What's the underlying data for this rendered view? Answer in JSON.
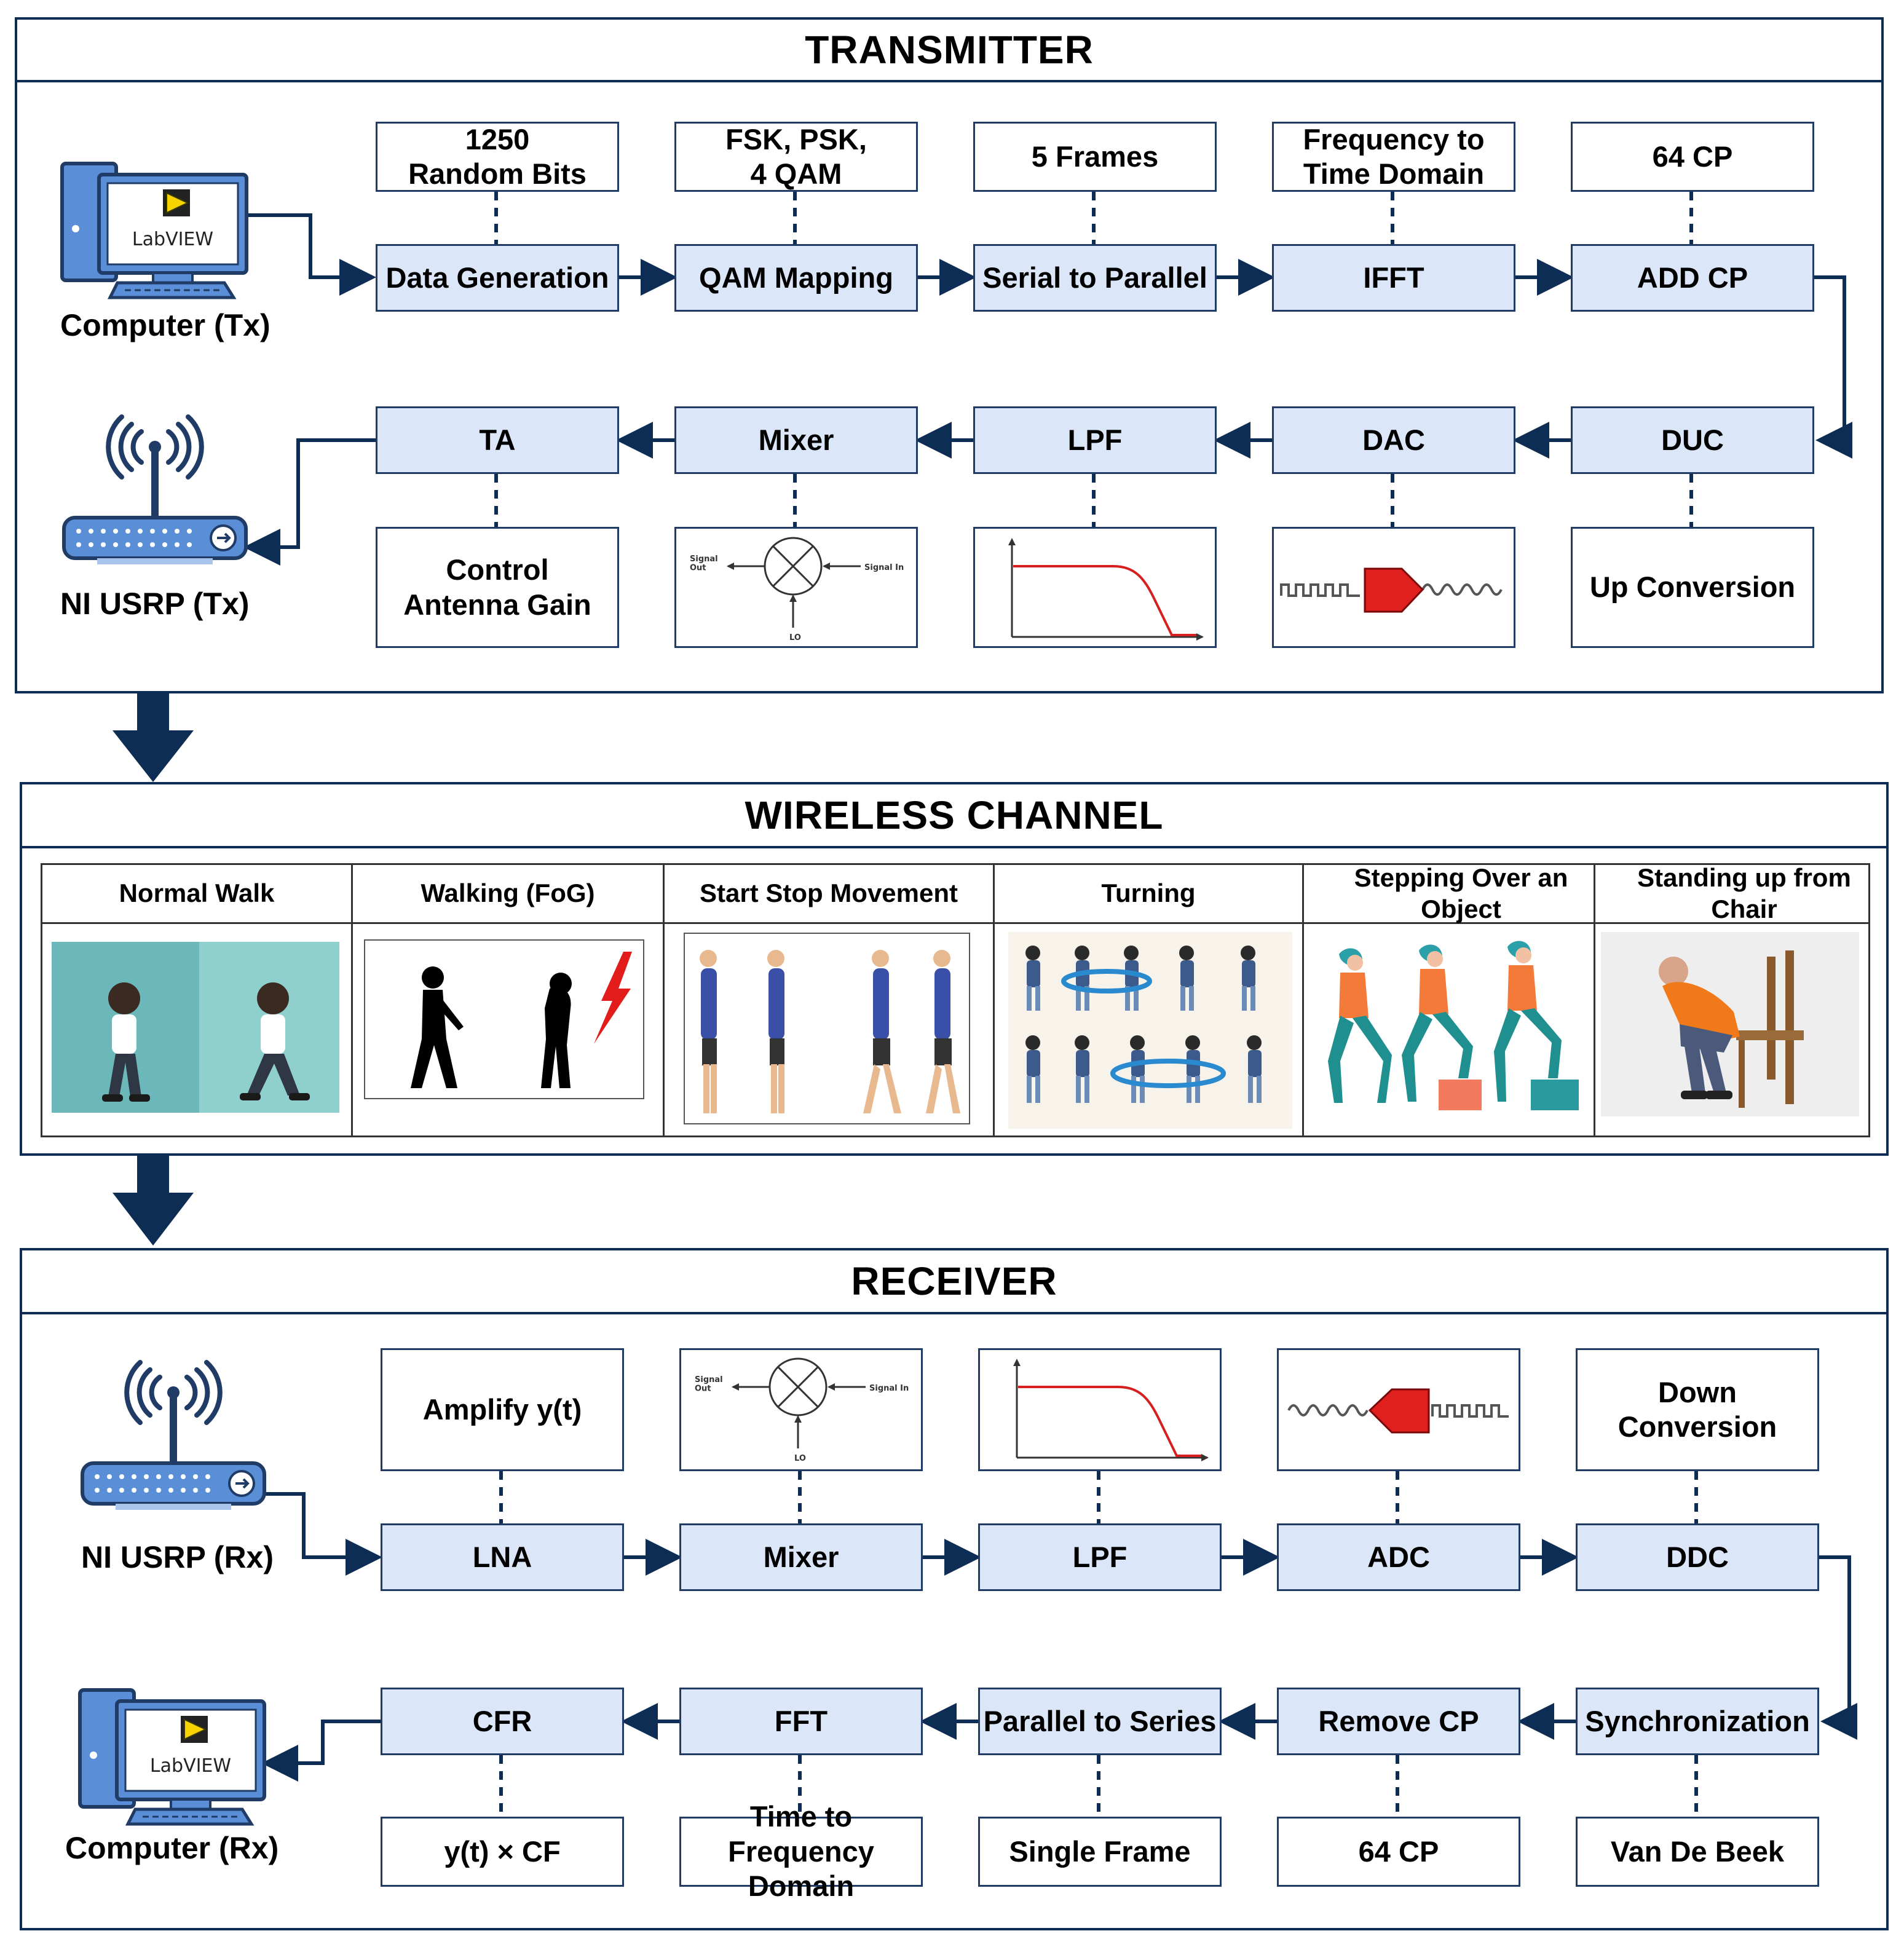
{
  "transmitter": {
    "title": "TRANSMITTER",
    "computer_label": "Computer (Tx)",
    "computer_screen_text": "LabVIEW",
    "usrp_label": "NI USRP (Tx)",
    "top_blocks": [
      "Data Generation",
      "QAM Mapping",
      "Serial to Parallel",
      "IFFT",
      "ADD CP"
    ],
    "top_notes": [
      "1250\nRandom Bits",
      "FSK, PSK,\n4 QAM",
      "5 Frames",
      "Frequency to\nTime Domain",
      "64 CP"
    ],
    "bottom_blocks": [
      "TA",
      "Mixer",
      "LPF",
      "DAC",
      "DUC"
    ],
    "bottom_notes": [
      "Control\nAntenna Gain",
      "",
      "",
      "",
      "Up Conversion"
    ],
    "mixer_labels": {
      "out": "Signal\nOut",
      "in": "Signal In",
      "lo": "LO"
    }
  },
  "channel": {
    "title": "WIRELESS CHANNEL",
    "activities": [
      "Normal Walk",
      "Walking (FoG)",
      "Start Stop Movement",
      "Turning",
      "Stepping Over an Object",
      "Standing up from Chair"
    ]
  },
  "receiver": {
    "title": "RECEIVER",
    "usrp_label": "NI USRP (Rx)",
    "computer_label": "Computer (Rx)",
    "computer_screen_text": "LabVIEW",
    "top_blocks": [
      "LNA",
      "Mixer",
      "LPF",
      "ADC",
      "DDC"
    ],
    "top_notes": [
      "Amplify y(t)",
      "",
      "",
      "",
      "Down\nConversion"
    ],
    "bottom_blocks": [
      "CFR",
      "FFT",
      "Parallel to Series",
      "Remove CP",
      "Synchronization"
    ],
    "bottom_notes": [
      "y(t) × CF",
      "Time to Frequency\nDomain",
      "Single Frame",
      "64 CP",
      "Van De Beek"
    ],
    "mixer_labels": {
      "out": "Signal\nOut",
      "in": "Signal In",
      "lo": "LO"
    }
  },
  "colors": {
    "frame": "#0d2d55",
    "block_fill": "#dbe7f8",
    "arrow": "#0d2d55",
    "filter_curve": "#d62020",
    "converter": "#e01f1f"
  }
}
